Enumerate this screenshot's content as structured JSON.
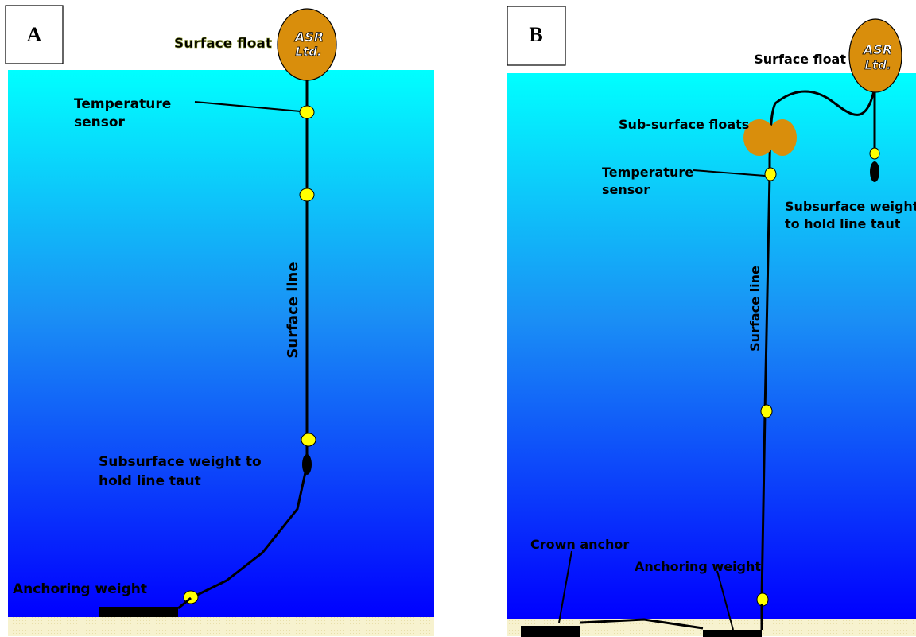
{
  "colors": {
    "water_top": "#00ffff",
    "water_bottom": "#0000ff",
    "seabed": "#f7f2cf",
    "float_fill": "#d98e0c",
    "sensor_fill": "#ffff00",
    "line": "#000000",
    "weight": "#000000"
  },
  "icons": {
    "surface_float": "orange-ellipse",
    "sensor": "yellow-dot",
    "weight": "black-oval",
    "anchor": "black-rectangle"
  },
  "panel_a": {
    "letter": "A",
    "float_text_line1": "ASR",
    "float_text_line2": "Ltd.",
    "surface_float_label": "Surface float",
    "temperature_sensor_line1": "Temperature",
    "temperature_sensor_line2": "sensor",
    "surface_line_label": "Surface line",
    "subsurface_weight_line1": "Subsurface weight to",
    "subsurface_weight_line2": "hold line taut",
    "anchoring_weight_label": "Anchoring weight"
  },
  "panel_b": {
    "letter": "B",
    "float_text_line1": "ASR",
    "float_text_line2": "Ltd.",
    "surface_float_label": "Surface float",
    "subsurface_floats_label": "Sub-surface floats",
    "temperature_sensor_line1": "Temperature",
    "temperature_sensor_line2": "sensor",
    "surface_line_label": "Surface line",
    "subsurface_weight_line1": "Subsurface weight",
    "subsurface_weight_line2": "to hold line taut",
    "crown_anchor_label": "Crown anchor",
    "anchoring_weight_label": "Anchoring weight"
  }
}
